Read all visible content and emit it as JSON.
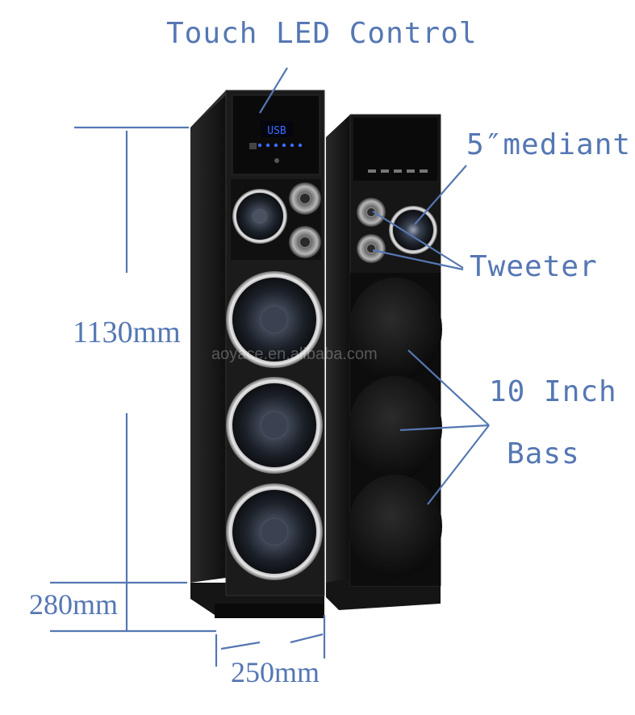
{
  "labels": {
    "touch_led_control": "Touch LED Control",
    "mediant": "5″mediant",
    "tweeter": "Tweeter",
    "ten_inch": "10 Inch",
    "bass": "Bass",
    "height": "1130mm",
    "depth": "280mm",
    "width": "250mm"
  },
  "display_text": "USB",
  "watermark": "aoyace.en.alibaba.com",
  "colors": {
    "annotation": "#5577b3",
    "cabinet": "#1a1a1a",
    "display_led": "#3b6cff"
  }
}
